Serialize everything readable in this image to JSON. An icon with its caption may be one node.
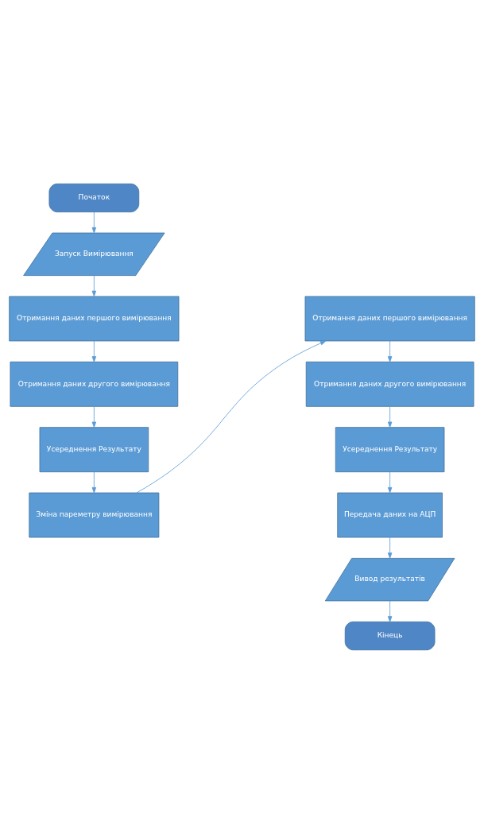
{
  "diagram": {
    "nodes": [
      {
        "text": [
          "Початок"
        ]
      },
      {
        "text": [
          "Запуск Вимірювання"
        ]
      },
      {
        "text": [
          "Отримання даних першого вимірювання"
        ]
      },
      {
        "text": [
          "Отримання даних другого вимірювання"
        ]
      },
      {
        "text": [
          "Усереднення Результату"
        ]
      },
      {
        "text": [
          "Зміна пареметру вимірювання"
        ]
      },
      {
        "text": [
          "Отримання даних першого вимірювання"
        ]
      },
      {
        "text": [
          "Отримання даних другого вимірювання"
        ]
      },
      {
        "text": [
          "Усереднення Результату"
        ]
      },
      {
        "text": [
          "Передача даних на АЦП"
        ]
      },
      {
        "text": [
          "Вивод результатів"
        ]
      },
      {
        "text": [
          "Кінець"
        ]
      }
    ],
    "edges": [
      {
        "from": 0,
        "to": 1,
        "arrow": "to"
      },
      {
        "from": 1,
        "to": 2,
        "arrow": "to"
      },
      {
        "from": 2,
        "to": 3,
        "arrow": "to"
      },
      {
        "from": 3,
        "to": 4,
        "arrow": "to"
      },
      {
        "from": 4,
        "to": 5,
        "arrow": "to"
      },
      {
        "from": 5,
        "to": 6,
        "arrow": "to"
      },
      {
        "from": 6,
        "to": 7,
        "arrow": "to"
      },
      {
        "from": 7,
        "to": 8,
        "arrow": "to"
      },
      {
        "from": 8,
        "to": 9,
        "arrow": "to"
      },
      {
        "from": 9,
        "to": 10,
        "arrow": "to"
      },
      {
        "from": 10,
        "to": 11,
        "arrow": "to"
      }
    ]
  }
}
